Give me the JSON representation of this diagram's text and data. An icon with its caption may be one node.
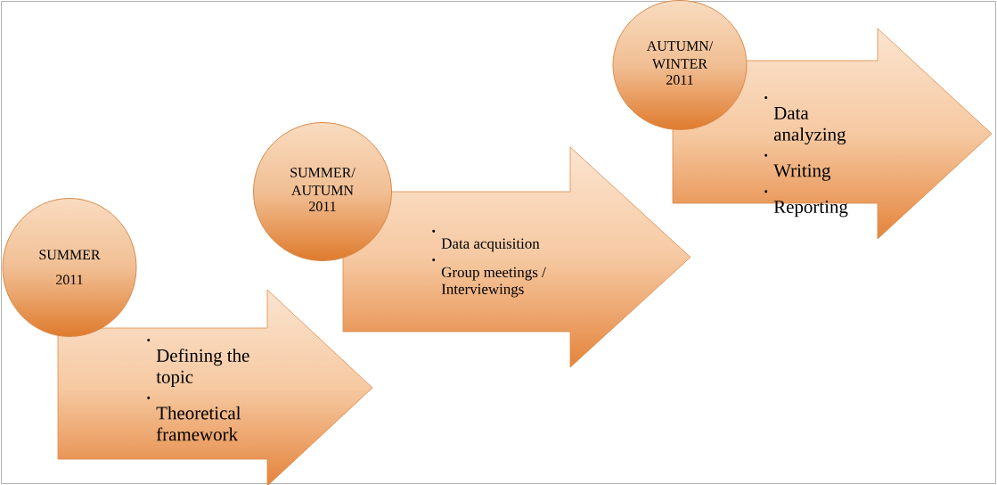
{
  "diagram": {
    "nodes": [
      {
        "text": [
          "SUMMER",
          "2011"
        ]
      },
      {
        "text": [
          "Defining the topic",
          "Theoretical framework"
        ]
      },
      {
        "text": [
          "SUMMER/ AUTUMN",
          "2011"
        ]
      },
      {
        "text": [
          "Data acquisition",
          "Group meetings / Interviewings"
        ]
      },
      {
        "text": [
          "AUTUMN/ WINTER",
          "2011"
        ]
      },
      {
        "text": [
          "Data analyzing",
          "Writing",
          "Reporting"
        ]
      }
    ]
  }
}
